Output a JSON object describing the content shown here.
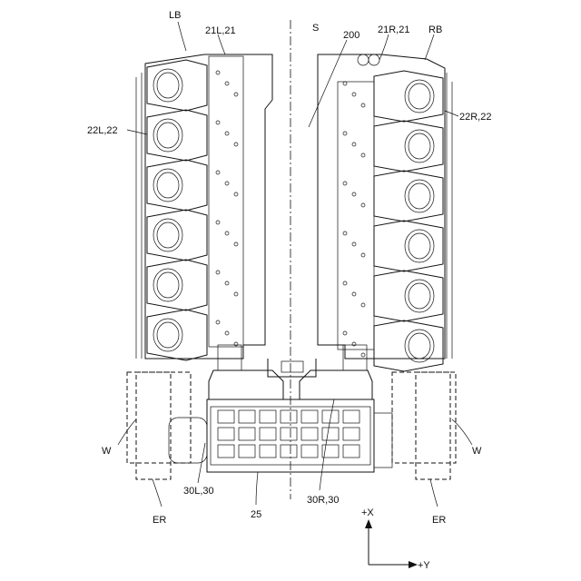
{
  "figure": {
    "labels": {
      "LB": "LB",
      "L21": "21L,21",
      "S": "S",
      "n200": "200",
      "R21": "21R,21",
      "RB": "RB",
      "L22": "22L,22",
      "R22": "22R,22",
      "W_left": "W",
      "W_right": "W",
      "L30": "30L,30",
      "n25": "25",
      "R30": "30R,30",
      "ER_left": "ER",
      "ER_right": "ER",
      "plusX": "+X",
      "plusY": "+Y"
    }
  }
}
